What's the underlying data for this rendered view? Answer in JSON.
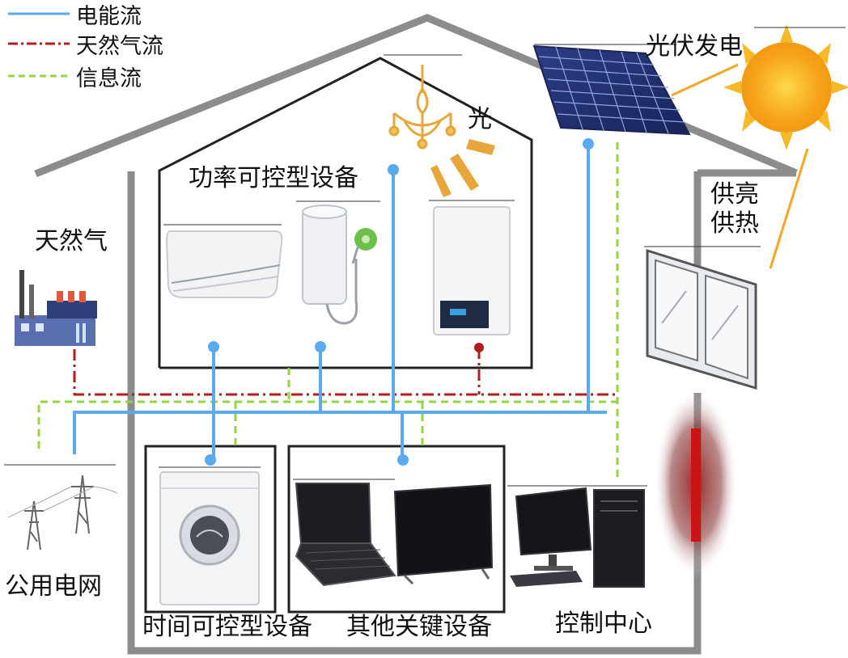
{
  "legend": {
    "items": [
      {
        "label": "电能流",
        "style": "solid",
        "color": "#5aaaf0"
      },
      {
        "label": "天然气流",
        "style": "dashdot",
        "color": "#b11e1e"
      },
      {
        "label": "信息流",
        "style": "dashed",
        "color": "#93d63f"
      }
    ]
  },
  "labels": {
    "pv": "光伏发电",
    "light": "光",
    "power_devices": "功率可控型设备",
    "gas": "天然气",
    "lighting_heating_1": "供亮",
    "lighting_heating_2": "供热",
    "grid": "公用电网",
    "time_devices": "时间可控型设备",
    "key_devices": "其他关键设备",
    "control_center": "控制中心"
  },
  "colors": {
    "electric": "#5aaaf0",
    "gas": "#b11e1e",
    "info": "#93d63f",
    "house": "#8c8c8c"
  }
}
